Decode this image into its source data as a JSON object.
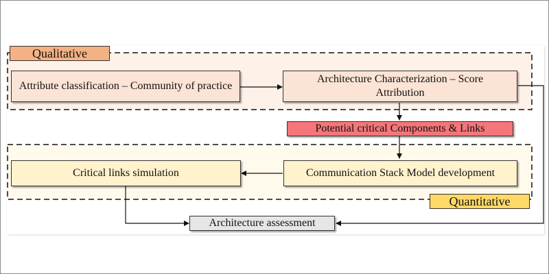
{
  "groups": {
    "qualitative": {
      "label": "Qualitative",
      "fill": "#fdf1e8",
      "label_fill": "#f4b183"
    },
    "quantitative": {
      "label": "Quantitative",
      "fill": "#fffaeb",
      "label_fill": "#ffd966"
    }
  },
  "boxes": {
    "attribute_classification": {
      "label": "Attribute classification – Community of practice",
      "fill": "#fbe3d5"
    },
    "architecture_characterization": {
      "label": "Architecture Characterization – Score Attribution",
      "fill": "#fbe3d5"
    },
    "potential_critical": {
      "label": "Potential critical Components & Links",
      "fill": "#f4757a"
    },
    "communication_stack": {
      "label": "Communication Stack Model development",
      "fill": "#fff2cc"
    },
    "critical_links": {
      "label": "Critical links simulation",
      "fill": "#fff2cc"
    },
    "architecture_assessment": {
      "label": "Architecture assessment",
      "fill": "#e7e6e6"
    }
  }
}
